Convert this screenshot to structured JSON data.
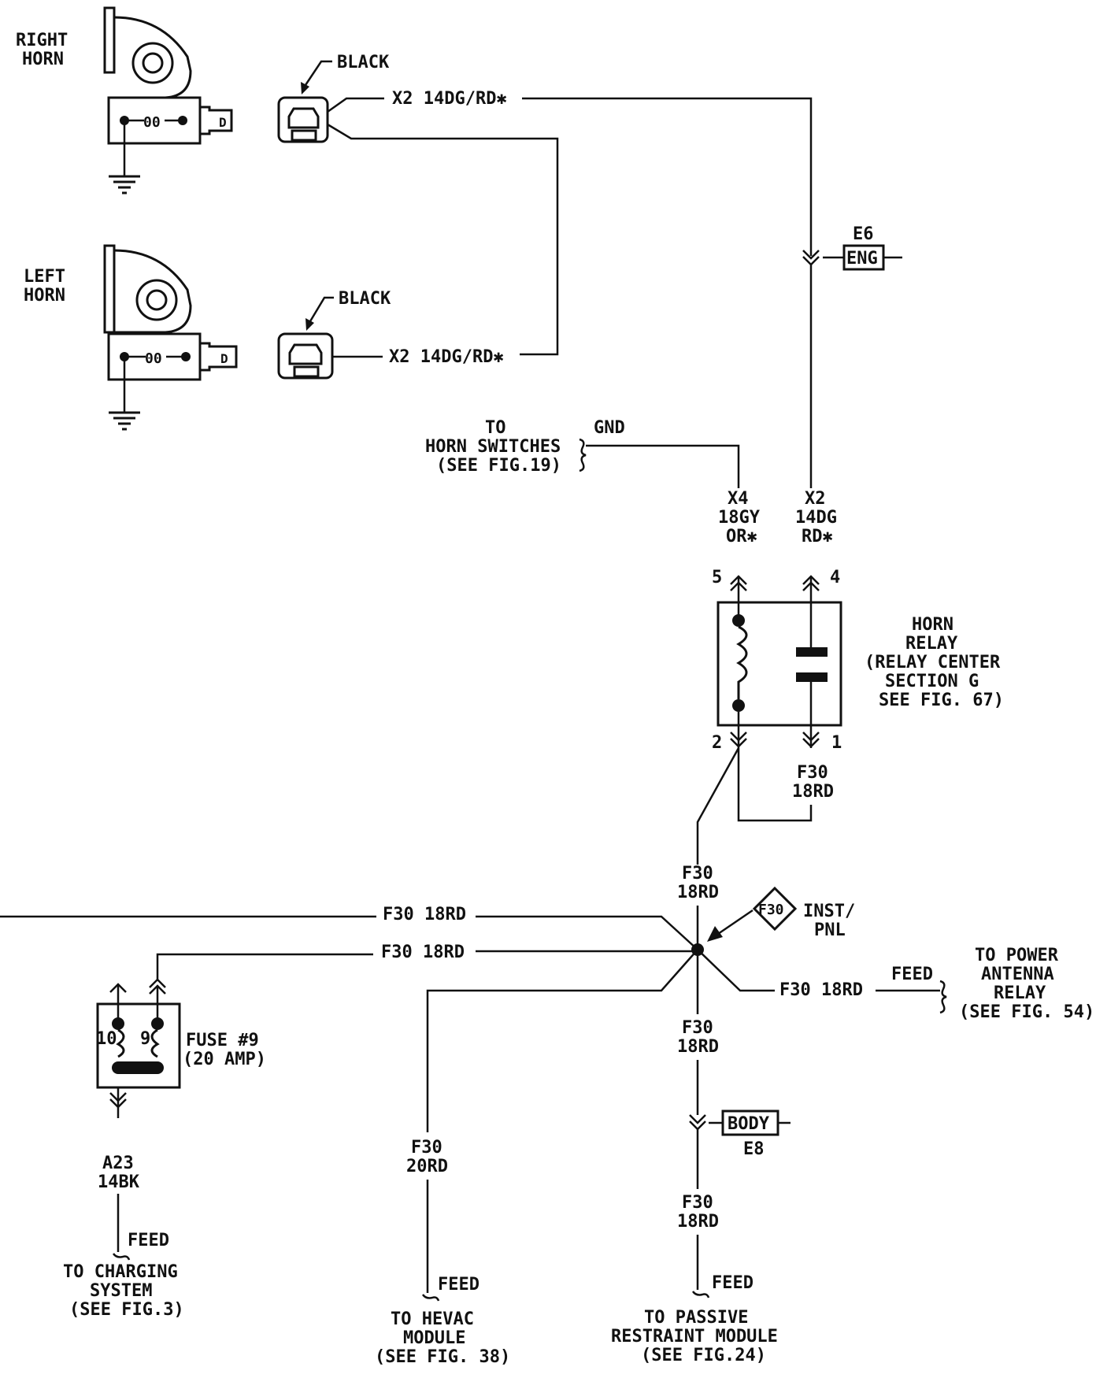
{
  "horns": {
    "right_label": [
      "RIGHT",
      "HORN"
    ],
    "left_label": [
      "LEFT",
      "HORN"
    ],
    "coil_text": "00",
    "terminal_text": "D"
  },
  "connectors": {
    "right_color": "BLACK",
    "left_color": "BLACK"
  },
  "wires": {
    "right_horn_wire": "X2 14DG/RD✱",
    "left_horn_wire": "X2 14DG/RD✱",
    "f30_18rd": "F30 18RD",
    "f30_line1": "F30",
    "f30_line2": "18RD",
    "relay_x4": [
      "X4",
      "18GY",
      "OR✱"
    ],
    "relay_x2": [
      "X2",
      "14DG",
      "RD✱"
    ],
    "a23": [
      "A23",
      "14BK"
    ],
    "hevac_wire": [
      "F30",
      "20RD"
    ]
  },
  "splices": {
    "e6": "E6",
    "eng": "ENG",
    "body": "BODY",
    "e8": "E8",
    "inst_circle": "F30",
    "inst_label": [
      "INST/",
      "PNL"
    ]
  },
  "relay": {
    "label": [
      "HORN",
      "RELAY",
      "(RELAY CENTER",
      "SECTION G",
      "SEE FIG. 67)"
    ],
    "pins": {
      "p5": "5",
      "p4": "4",
      "p2": "2",
      "p1": "1"
    }
  },
  "fuse": {
    "label": [
      "FUSE #9",
      "(20 AMP)"
    ],
    "pin10": "10",
    "pin9": "9"
  },
  "destinations": {
    "gnd": "GND",
    "horn_switches": [
      "TO",
      "HORN SWITCHES",
      "(SEE FIG.19)"
    ],
    "feed": "FEED",
    "power_antenna": [
      "TO POWER",
      "ANTENNA",
      "RELAY",
      "(SEE FIG. 54)"
    ],
    "charging": [
      "TO CHARGING",
      "SYSTEM",
      "(SEE FIG.3)"
    ],
    "hevac": [
      "TO HEVAC",
      "MODULE",
      "(SEE FIG. 38)"
    ],
    "passive": [
      "TO PASSIVE",
      "RESTRAINT MODULE",
      "(SEE FIG.24)"
    ]
  }
}
